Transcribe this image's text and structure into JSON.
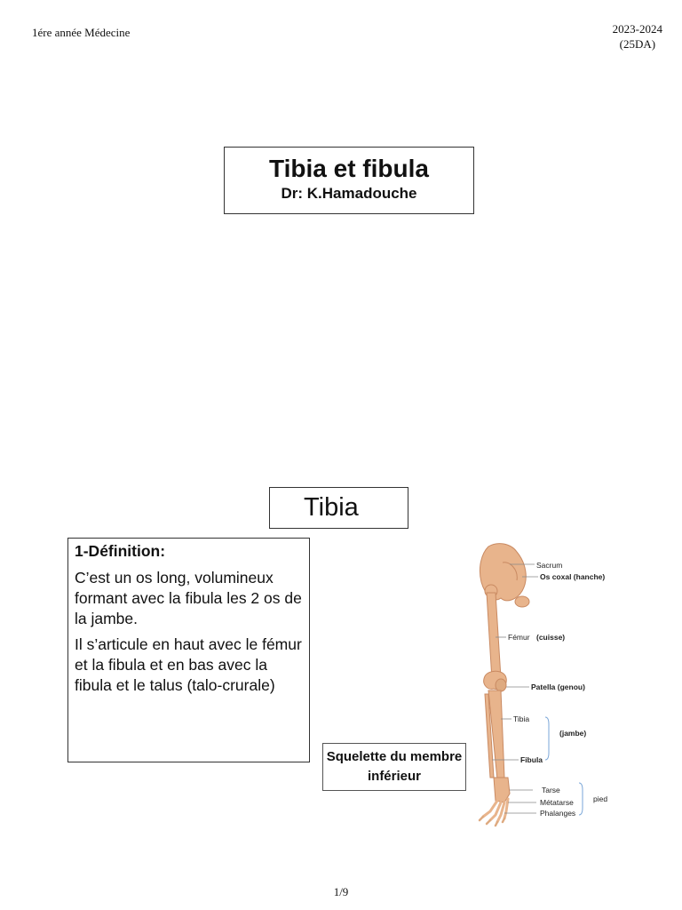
{
  "header": {
    "left": "1ére année Médecine",
    "right_year": "2023-2024",
    "right_price": "(25DA)"
  },
  "title": {
    "main": "Tibia et fibula",
    "author": "Dr: K.Hamadouche"
  },
  "section": {
    "label": "Tibia"
  },
  "definition": {
    "heading": "1-Définition:",
    "paragraphs": [
      "C’est un os long, volumineux formant avec la fibula les 2 os de la jambe.",
      "Il s’articule en haut avec le fémur et la fibula et en bas avec la fibula et le talus (talo-crurale)"
    ]
  },
  "figure": {
    "caption_line1": "Squelette du membre",
    "caption_line2": "inférieur",
    "labels": {
      "sacrum": "Sacrum",
      "os_coxal": "Os coxal (hanche)",
      "femur": "Fémur",
      "cuisse": "(cuisse)",
      "patella": "Patella (genou)",
      "tibia": "Tibia",
      "jambe": "(jambe)",
      "fibula": "Fibula",
      "tarse": "Tarse",
      "metatarse": "Métatarse",
      "phalanges": "Phalanges",
      "pied": "pied"
    },
    "colors": {
      "bone": "#e8b48c",
      "bone_dark": "#c98a62",
      "bracket": "#7aa6d8"
    }
  },
  "footer": {
    "page": "1/9"
  }
}
